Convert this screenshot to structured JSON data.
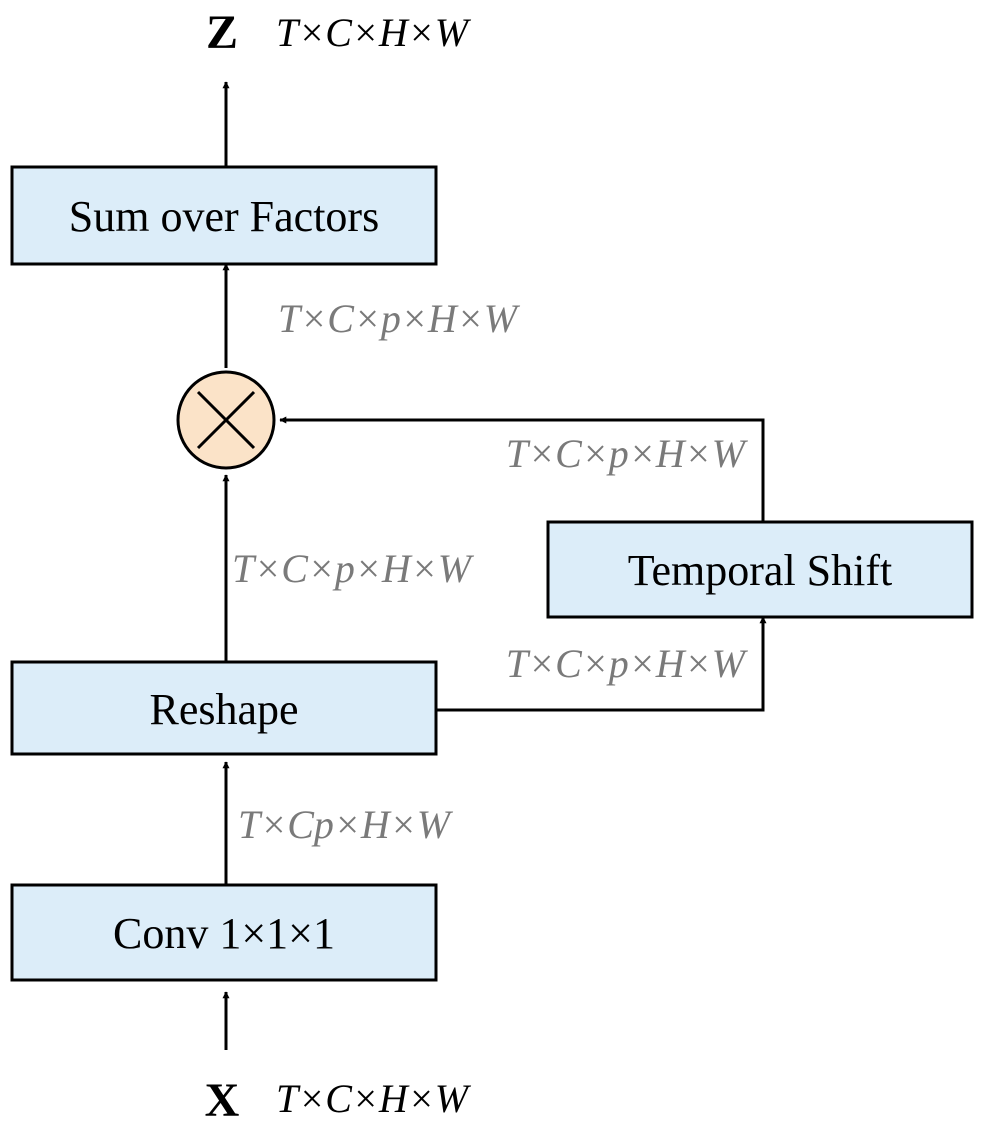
{
  "nodes": {
    "conv": "Conv 1×1×1",
    "reshape": "Reshape",
    "temporal_shift": "Temporal Shift",
    "sum": "Sum over Factors"
  },
  "io": {
    "input_symbol": "X",
    "input_dims": "T×C×H×W",
    "output_symbol": "Z",
    "output_dims": "T×C×H×W"
  },
  "edge_labels": {
    "conv_to_reshape": "T×Cp×H×W",
    "reshape_to_mult": "T×C×p×H×W",
    "reshape_to_shift": "T×C×p×H×W",
    "shift_to_mult": "T×C×p×H×W",
    "mult_to_sum": "T×C×p×H×W"
  },
  "colors": {
    "box_fill": "#dcedf9",
    "multiply_fill": "#fbe3c8",
    "edge_label": "#7a7a7a"
  }
}
